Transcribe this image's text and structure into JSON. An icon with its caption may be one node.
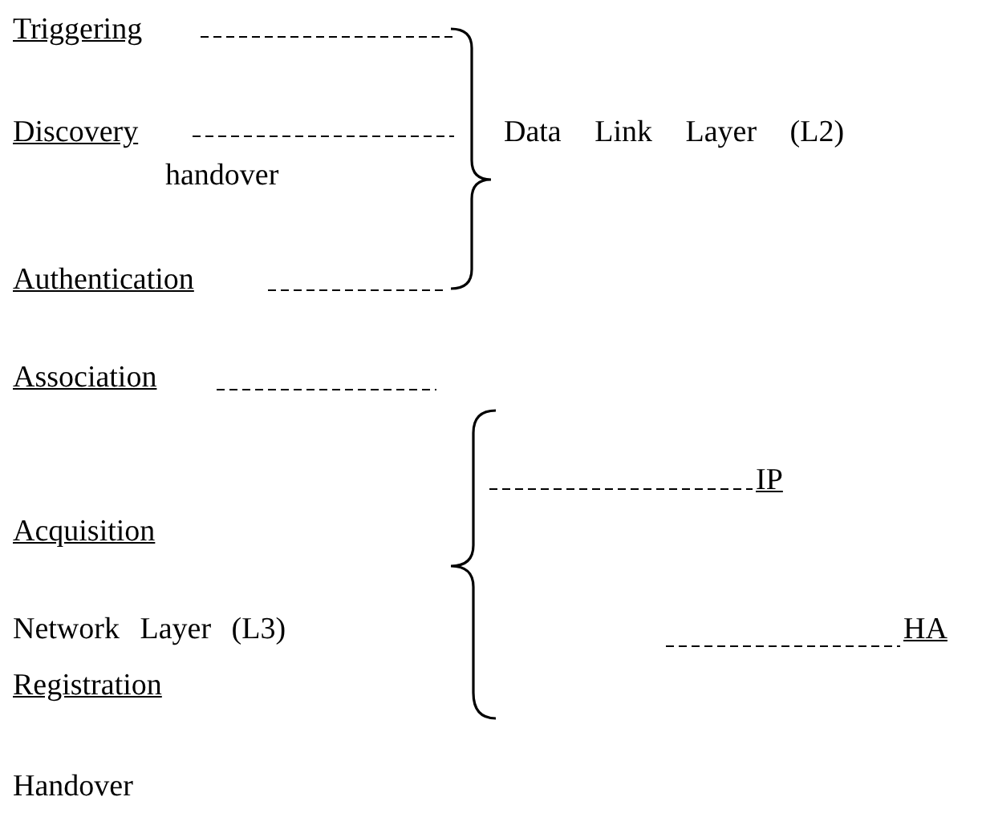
{
  "diagram": {
    "labels": [
      "Triggering",
      "Discovery",
      "Data Link Layer (L2)",
      "handover",
      "Authentication",
      "Association",
      "IP",
      "Acquisition",
      "Network Layer (L3)",
      "HA",
      "Registration",
      "Handover"
    ]
  }
}
